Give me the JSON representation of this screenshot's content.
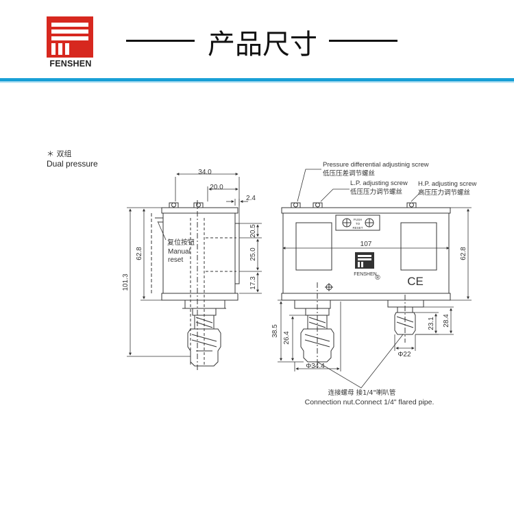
{
  "brand": {
    "name": "FENSHEN",
    "logo_color": "#d7281f",
    "accent": "#1aa0d6"
  },
  "header": {
    "title": "产品尺寸"
  },
  "section": {
    "marker": "＊ 双组",
    "title_en": "Dual pressure"
  },
  "left_view": {
    "dims": {
      "width_total": "34.0",
      "width_inner": "20.0",
      "offset": "2.4",
      "h1": "20.5",
      "h2": "25.0",
      "h3": "17.3",
      "body_height": "62.8",
      "total_height": "101.3"
    },
    "reset_label_cn": "复位按钮",
    "reset_label_en_1": "Manual",
    "reset_label_en_2": "reset"
  },
  "right_view": {
    "dims": {
      "width": "107",
      "height": "62.8",
      "h_left": "38.5",
      "h_left_inner": "26.4",
      "h_right_inner": "23.1",
      "h_right": "28.4",
      "dia_left": "Φ34.4",
      "dia_right": "Φ22"
    },
    "push_to_reset": [
      "PUSH",
      "TO",
      "RESET"
    ],
    "plate_brand": "FENSHEN",
    "registered": "®",
    "ce": "CE",
    "labels": {
      "diff_en": "Pressure differential adjustinig screw",
      "diff_cn": "低压压差调节螺丝",
      "lp_en": "L.P. adjusting screw",
      "lp_cn": "低压压力调节螺丝",
      "hp_en": "H.P. adjusting screw",
      "hp_cn": "高压压力调节螺丝"
    },
    "connection_cn": "连接螺母 接1/4\"喇叭管",
    "connection_en": "Connection nut.Connect 1/4\" flared pipe."
  }
}
